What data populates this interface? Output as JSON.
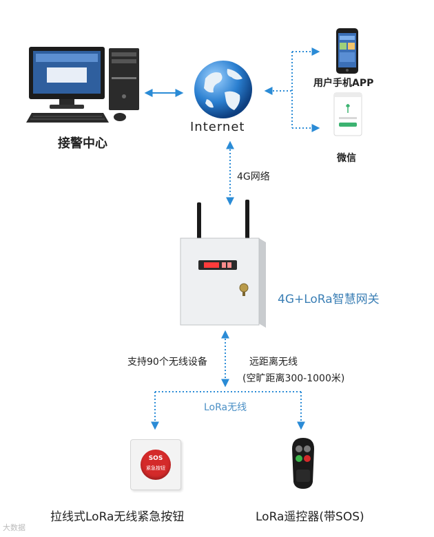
{
  "nodes": {
    "alarm_center": "接警中心",
    "internet": "Internet",
    "user_app": "用户手机APP",
    "wechat": "微信",
    "gateway": "4G+LoRa智慧网关",
    "emergency_button": "拉线式LoRa无线紧急按钮",
    "remote": "LoRa遥控器(带SOS)"
  },
  "links": {
    "network_4g": "4G网络",
    "supports_devices": "支持90个无线设备",
    "long_range_line1": "远距离无线",
    "long_range_line2": "(空旷距离300-1000米)",
    "lora_wireless": "LoRa无线"
  },
  "device_text": {
    "sos": "SOS",
    "sos_sub": "紧急按钮"
  },
  "watermark": "大数据",
  "colors": {
    "arrow": "#2a8bd6",
    "gateway_label": "#3b7fb5",
    "lora_label": "#4a8fc5",
    "sos_red": "#d42a2a"
  }
}
